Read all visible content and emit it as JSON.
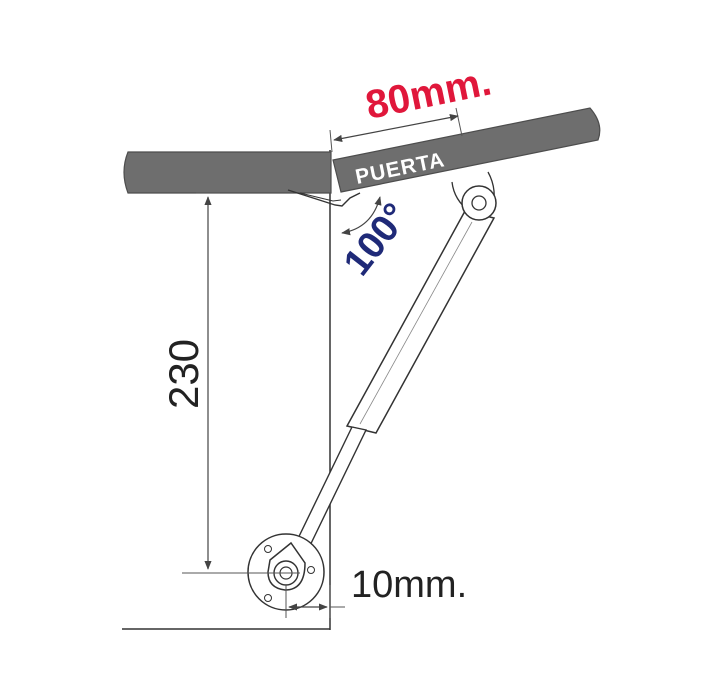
{
  "labels": {
    "door": "PUERTA",
    "door_offset": "80mm.",
    "opening_angle": "100°",
    "height": "230",
    "base_offset": "10mm."
  },
  "colors": {
    "panel": "#6e6e6e",
    "panel_edge": "#4d4d4d",
    "line": "#333333",
    "dim_line": "#555555",
    "accent_red": "#e0173b",
    "accent_navy": "#1f2a78",
    "text_dark": "#222222",
    "background": "#ffffff"
  },
  "icons": {
    "angle_arrow": "curved-double-arrow-icon",
    "height_arrow": "vertical-double-arrow-icon",
    "width_arrow": "horizontal-double-arrow-icon"
  }
}
